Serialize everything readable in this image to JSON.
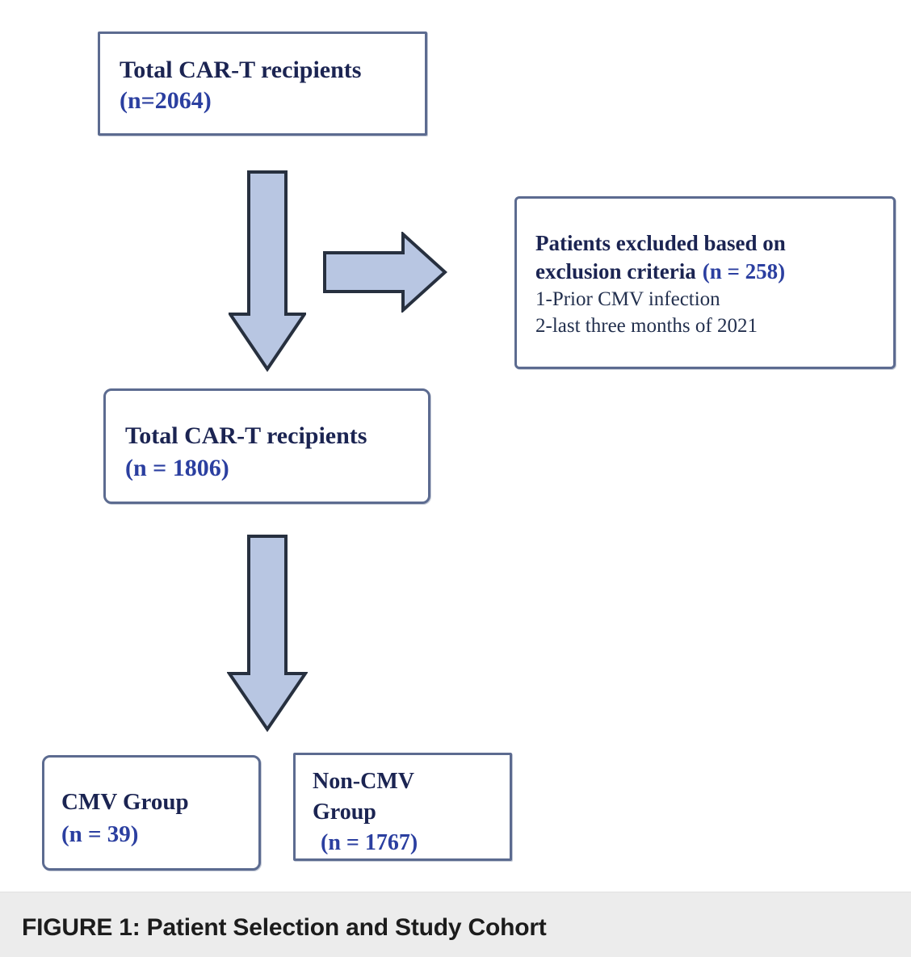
{
  "figure": {
    "caption": "FIGURE 1: Patient Selection and Study Cohort",
    "colors": {
      "box_border": "#5c6b90",
      "heading_text": "#1b2452",
      "count_text": "#2b3fa0",
      "arrow_fill": "#b8c6e2",
      "arrow_stroke": "#27303f",
      "caption_band": "#ececec"
    }
  },
  "nodes": {
    "total_top": {
      "title": "Total CAR-T recipients",
      "count": "(n=2064)"
    },
    "excluded": {
      "title_line1": "Patients excluded based on",
      "title_line2": "exclusion criteria",
      "count": "(n = 258)",
      "criteria": [
        "1-Prior CMV infection",
        "2-last three months of 2021"
      ]
    },
    "total_mid": {
      "title": "Total CAR-T recipients",
      "count": "(n = 1806)"
    },
    "cmv_group": {
      "title": "CMV Group",
      "count": "(n = 39)"
    },
    "non_cmv_group": {
      "title_line1": "Non-CMV",
      "title_line2": "Group",
      "count": "(n = 1767)"
    }
  },
  "arrows": [
    {
      "name": "arrow-down-top-to-mid",
      "direction": "down"
    },
    {
      "name": "arrow-right-to-excluded",
      "direction": "right"
    },
    {
      "name": "arrow-down-mid-to-groups",
      "direction": "down"
    }
  ]
}
